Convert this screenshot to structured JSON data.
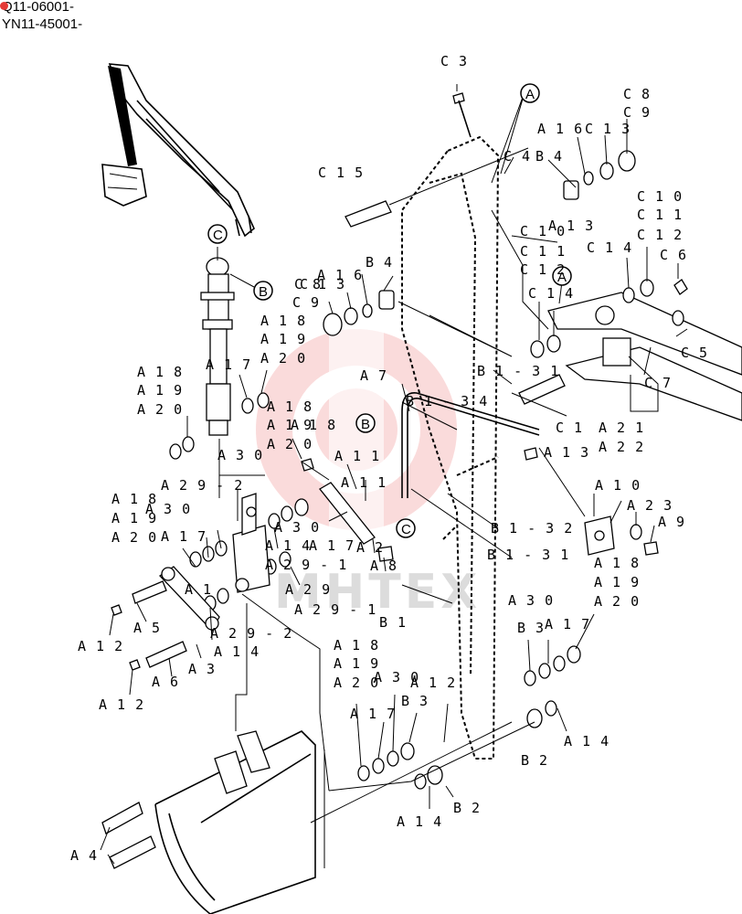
{
  "header": {
    "serial_1": "Q11-06001-",
    "serial_2": "YN11-45001-"
  },
  "watermark": {
    "text": "MHTEX",
    "accent_color": "#e53935"
  },
  "callouts": {
    "A": "A",
    "B": "B",
    "C": "C"
  },
  "labels": {
    "c3": "C 3",
    "c8_top": "C 8",
    "c9_top": "C 9",
    "a16_top": "A 1 6",
    "c13_top": "C 1 3",
    "c4": "C 4",
    "b4_top": "B 4",
    "c15": "C 1 5",
    "c10_right": "C 1 0",
    "c11_right": "C 1 1",
    "c12_right": "C 1 2",
    "c6": "C 6",
    "c14_right": "C 1 4",
    "c10_mid": "C 1 0",
    "c11_mid": "C 1 1",
    "c12_mid": "C 1 2",
    "a13_mid": "A 1 3",
    "c14_mid": "C 1 4",
    "c5": "C 5",
    "c7": "C 7",
    "c8_left": "C 8",
    "c9_left": "C 9",
    "a16_left": "A 1 6",
    "c13_left": "C 1 3",
    "b4_left": "B 4",
    "a18_cyl": "A 1 8",
    "a19_cyl": "A 1 9",
    "a20_cyl": "A 2 0",
    "a18_l": "A 1 8",
    "a19_l": "A 1 9",
    "a20_l": "A 2 0",
    "a17_cyl": "A 1 7",
    "b1_31_top": "B 1 - 3 1",
    "a7": "A 7",
    "b1_34": "B 1 - 3 4",
    "c1": "C 1",
    "a21": "A 2 1",
    "a22": "A 2 2",
    "a13_right": "A 1 3",
    "a18_mid": "A 1 8",
    "a19_mid": "A 1 9",
    "a20_mid": "A 2 0",
    "a18_mid2": "A 1 8",
    "a11_a": "A 1 1",
    "a11_b": "A 1 1",
    "a30_top": "A 3 0",
    "a29_2_top": "A 2 9 - 2",
    "a10": "A 1 0",
    "a23": "A 2 3",
    "a9": "A 9",
    "a18_ll": "A 1 8",
    "a19_ll": "A 1 9",
    "a20_ll": "A 2 0",
    "a30_l": "A 3 0",
    "a17_l": "A 1 7",
    "a30_m": "A 3 0",
    "a17_m": "A 1 7",
    "a14_m": "A 1 4",
    "a29_1_m": "A 2 9 - 1",
    "a29_m": "A 2 9",
    "a2": "A 2",
    "a8": "A 8",
    "b1_32": "B 1 - 3 2",
    "b1_31_low": "B 1 - 3 1",
    "a18_r": "A 1 8",
    "a19_r": "A 1 9",
    "a20_r": "A 2 0",
    "a1": "A 1",
    "a5": "A 5",
    "a12_a": "A 1 2",
    "a14_a": "A 1 4",
    "a29_2_low": "A 2 9 - 2",
    "a29_1_low": "A 2 9 - 1",
    "b1": "B 1",
    "a30_r": "A 3 0",
    "b3_r": "B 3",
    "a17_r": "A 1 7",
    "a6": "A 6",
    "a3": "A 3",
    "a12_b": "A 1 2",
    "a18_b": "A 1 8",
    "a19_b": "A 1 9",
    "a20_b": "A 2 0",
    "a30_b": "A 3 0",
    "a12_c": "A 1 2",
    "a17_b": "A 1 7",
    "b3_b": "B 3",
    "a14_r": "A 1 4",
    "b2_r": "B 2",
    "a14_b": "A 1 4",
    "b2_b": "B 2",
    "a4": "A 4"
  }
}
